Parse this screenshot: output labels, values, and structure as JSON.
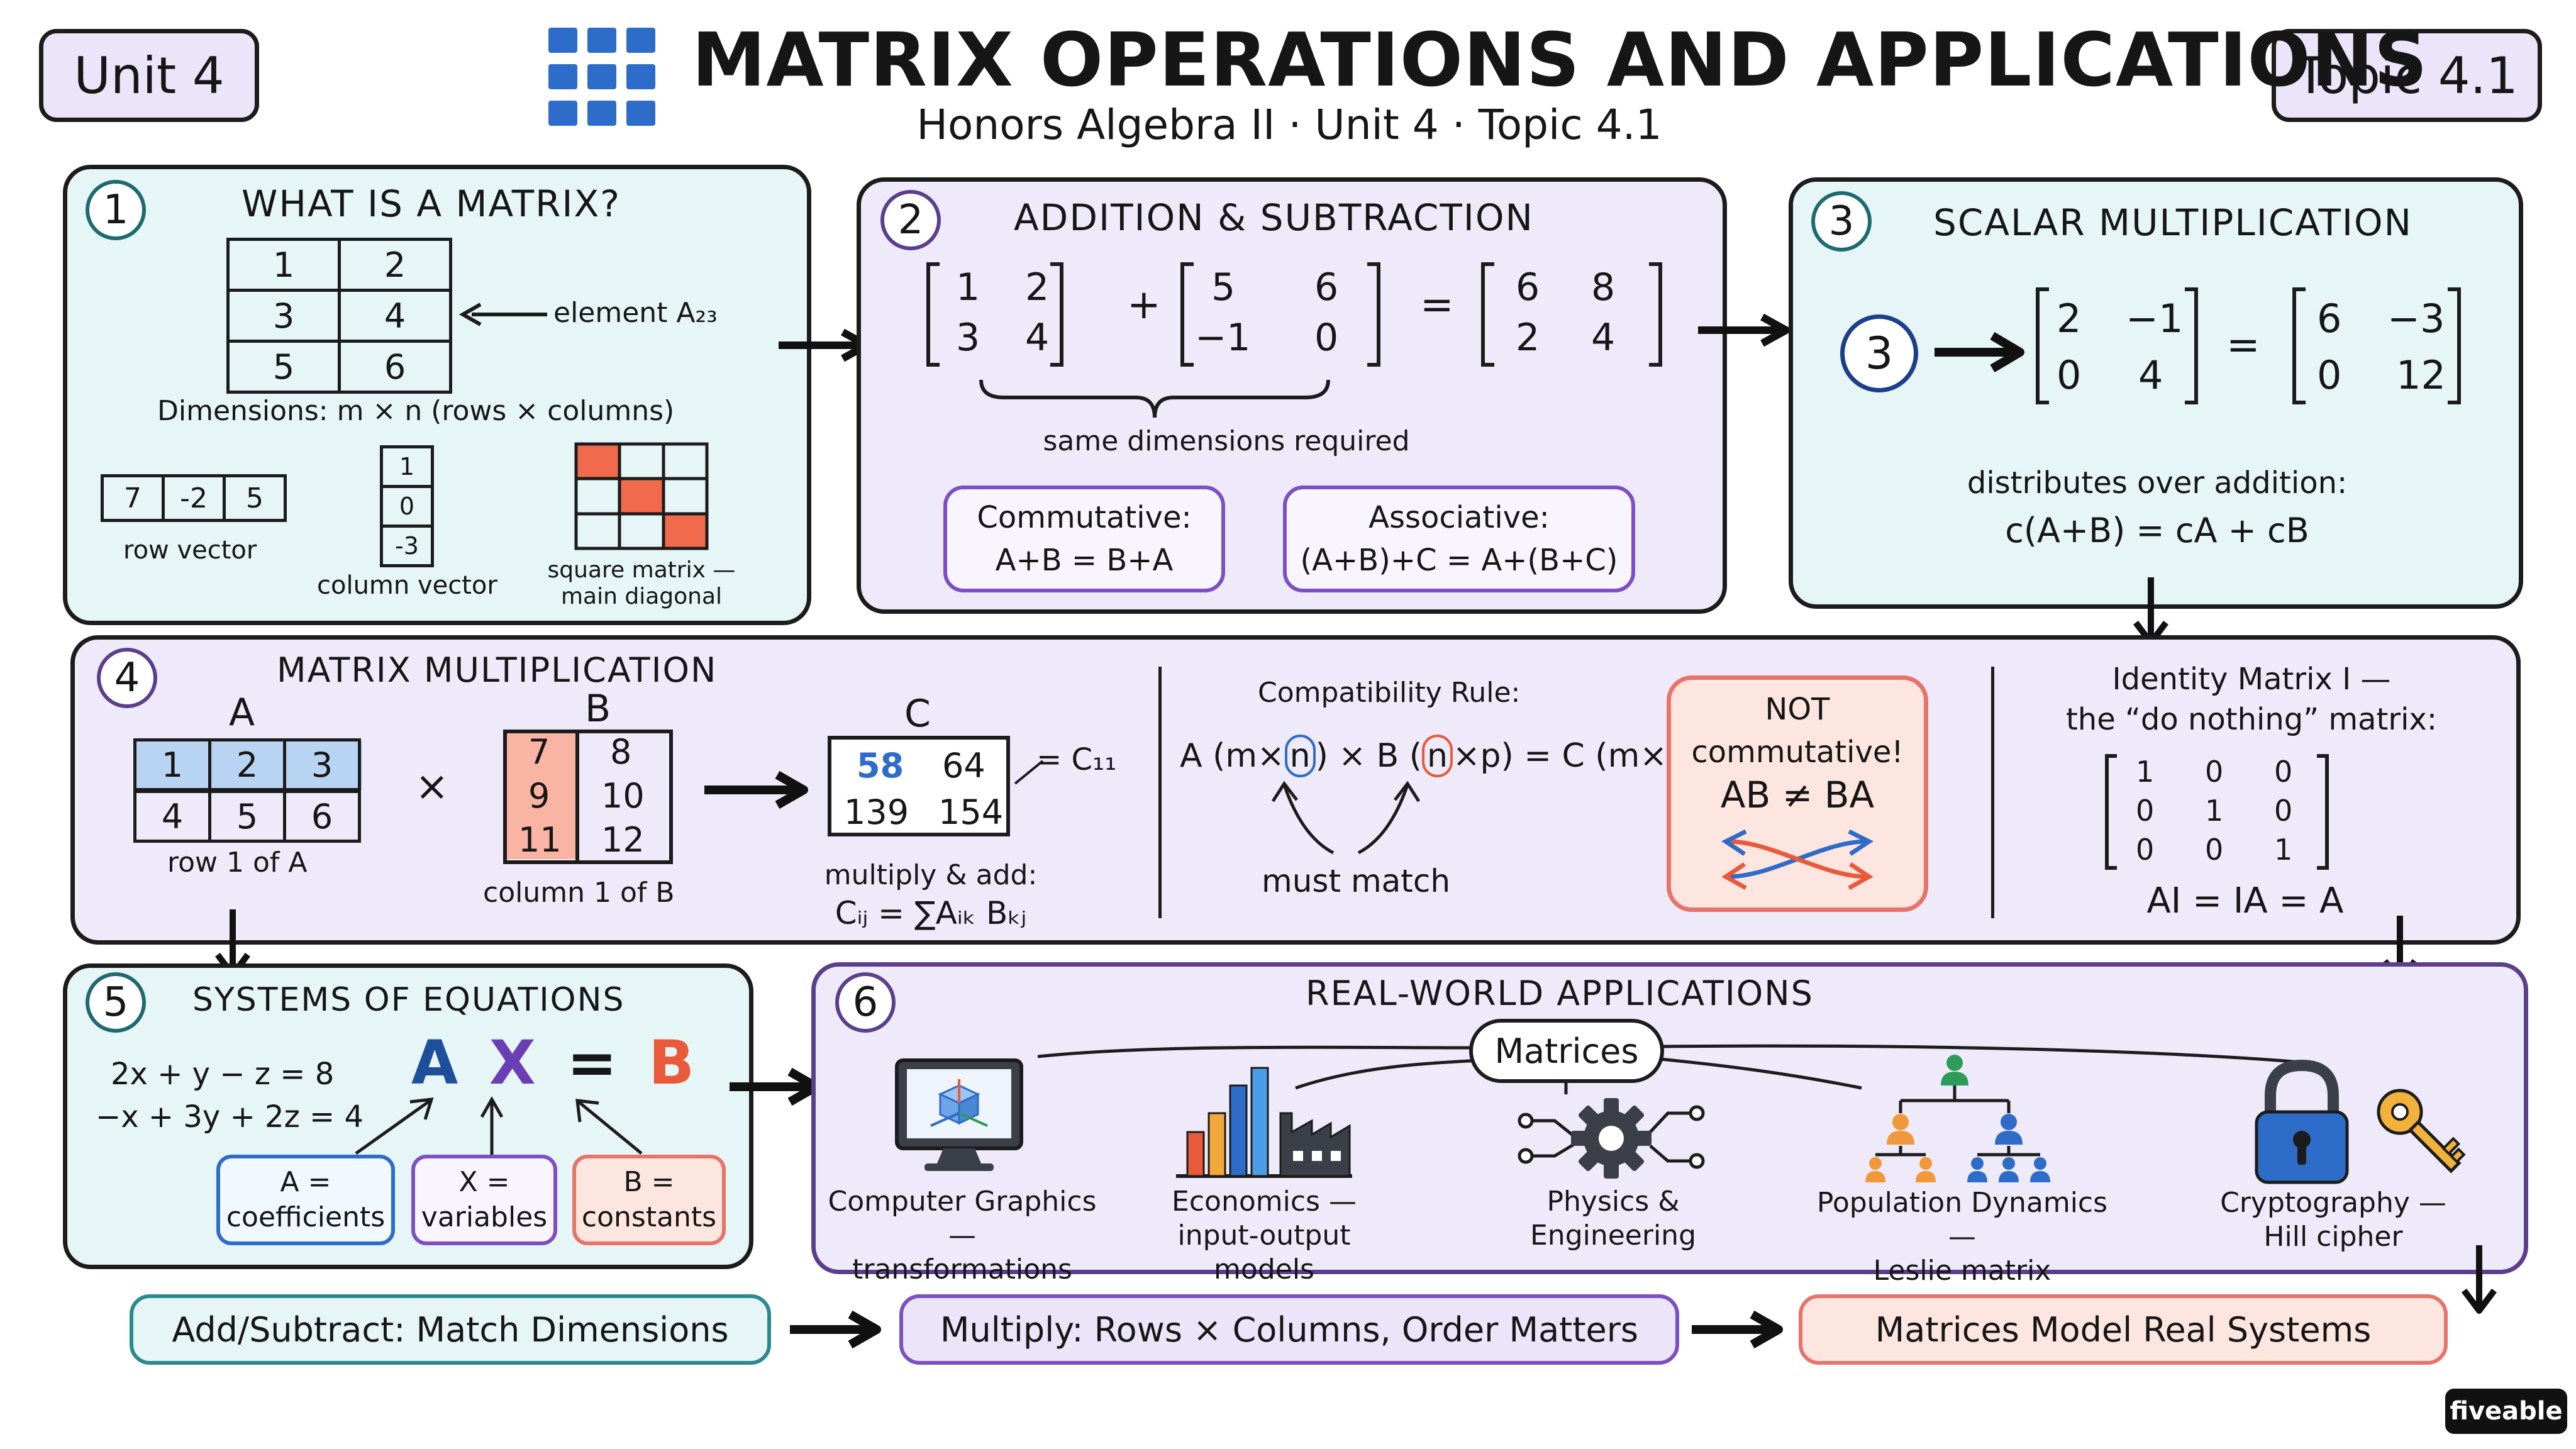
{
  "header": {
    "unit_badge": "Unit 4",
    "topic_badge": "Topic 4.1",
    "title": "MATRIX OPERATIONS AND APPLICATIONS",
    "subtitle": "Honors Algebra II · Unit 4 · Topic 4.1"
  },
  "s1": {
    "num": "1",
    "title": "WHAT IS A MATRIX?",
    "grid": [
      [
        "1",
        "2"
      ],
      [
        "3",
        "4"
      ],
      [
        "5",
        "6"
      ]
    ],
    "element_label": "element A₂₃",
    "dimensions": "Dimensions: m × n (rows × columns)",
    "row_vector": [
      "7",
      "-2",
      "5"
    ],
    "row_vector_label": "row vector",
    "column_vector": [
      "1",
      "0",
      "-3"
    ],
    "column_vector_label": "column vector",
    "square_label_1": "square matrix —",
    "square_label_2": "main diagonal"
  },
  "s2": {
    "num": "2",
    "title": "ADDITION & SUBTRACTION",
    "m1": [
      [
        "1",
        "2"
      ],
      [
        "3",
        "4"
      ]
    ],
    "m2": [
      [
        "5",
        "6"
      ],
      [
        "−1",
        "0"
      ]
    ],
    "m3": [
      [
        "6",
        "8"
      ],
      [
        "2",
        "4"
      ]
    ],
    "plus": "+",
    "equals": "=",
    "note": "same dimensions required",
    "comm_title": "Commutative:",
    "comm_formula": "A+B = B+A",
    "assoc_title": "Associative:",
    "assoc_formula": "(A+B)+C = A+(B+C)"
  },
  "s3": {
    "num": "3",
    "title": "SCALAR MULTIPLICATION",
    "scalar": "3",
    "m1": [
      [
        "2",
        "−1"
      ],
      [
        "0",
        "4"
      ]
    ],
    "m2": [
      [
        "6",
        "−3"
      ],
      [
        "0",
        "12"
      ]
    ],
    "equals": "=",
    "dist_1": "distributes over addition:",
    "dist_2": "c(A+B) = cA + cB"
  },
  "s4": {
    "num": "4",
    "title": "MATRIX MULTIPLICATION",
    "a_label": "A",
    "a": [
      [
        "1",
        "2",
        "3"
      ],
      [
        "4",
        "5",
        "6"
      ]
    ],
    "a_caption": "row 1 of A",
    "times": "×",
    "b_label": "B",
    "b": [
      [
        "7",
        "8"
      ],
      [
        "9",
        "10"
      ],
      [
        "11",
        "12"
      ]
    ],
    "b_caption": "column 1 of B",
    "c_label": "C",
    "c": [
      [
        "58",
        "64"
      ],
      [
        "139",
        "154"
      ]
    ],
    "c_callout": "= C₁₁",
    "rule_1": "multiply & add:",
    "rule_2": "Cᵢⱼ = ∑Aᵢₖ Bₖⱼ",
    "compat_title": "Compatibility Rule:",
    "compat_parts": [
      "A (m×",
      "n",
      ") × B (",
      "n",
      "×p) = C (m×p)"
    ],
    "must_match": "must match",
    "not_1": "NOT",
    "not_2": "commutative!",
    "not_3": "AB ≠ BA",
    "identity_1": "Identity Matrix I —",
    "identity_2": "the “do nothing” matrix:",
    "identity": [
      [
        "1",
        "0",
        "0"
      ],
      [
        "0",
        "1",
        "0"
      ],
      [
        "0",
        "0",
        "1"
      ]
    ],
    "identity_rule": "AI = IA = A"
  },
  "s5": {
    "num": "5",
    "title": "SYSTEMS OF EQUATIONS",
    "eq1": "2x + y − z = 8",
    "eq2": "−x + 3y + 2z = 4",
    "big_a": "A",
    "big_x": "X",
    "big_eq": "=",
    "big_b": "B",
    "a_box_1": "A =",
    "a_box_2": "coefficients",
    "x_box_1": "X =",
    "x_box_2": "variables",
    "b_box_1": "B =",
    "b_box_2": "constants"
  },
  "s6": {
    "num": "6",
    "title": "REAL-WORLD APPLICATIONS",
    "hub": "Matrices",
    "apps": [
      {
        "l1": "Computer Graphics —",
        "l2": "transformations",
        "icon": "monitor-icon"
      },
      {
        "l1": "Economics —",
        "l2": "input-output models",
        "icon": "bar-chart-factory-icon"
      },
      {
        "l1": "Physics &",
        "l2": "Engineering",
        "icon": "gear-network-icon"
      },
      {
        "l1": "Population Dynamics —",
        "l2": "Leslie matrix",
        "icon": "family-tree-icon"
      },
      {
        "l1": "Cryptography —",
        "l2": "Hill cipher",
        "icon": "lock-key-icon"
      }
    ]
  },
  "footer": {
    "p1": "Add/Subtract: Match Dimensions",
    "p2": "Multiply: Rows × Columns, Order Matters",
    "p3": "Matrices Model Real Systems",
    "brand": "fiveable"
  },
  "colors": {
    "teal_bg": "#e6f5f6",
    "lavender_bg": "#efeaf9",
    "blue": "#2e6cc9",
    "purple": "#6a3fb5",
    "orange": "#e85a3a",
    "pill_teal": "#2a8a8f",
    "pill_purple": "#7c4fc4",
    "pill_orange": "#e8736a"
  }
}
